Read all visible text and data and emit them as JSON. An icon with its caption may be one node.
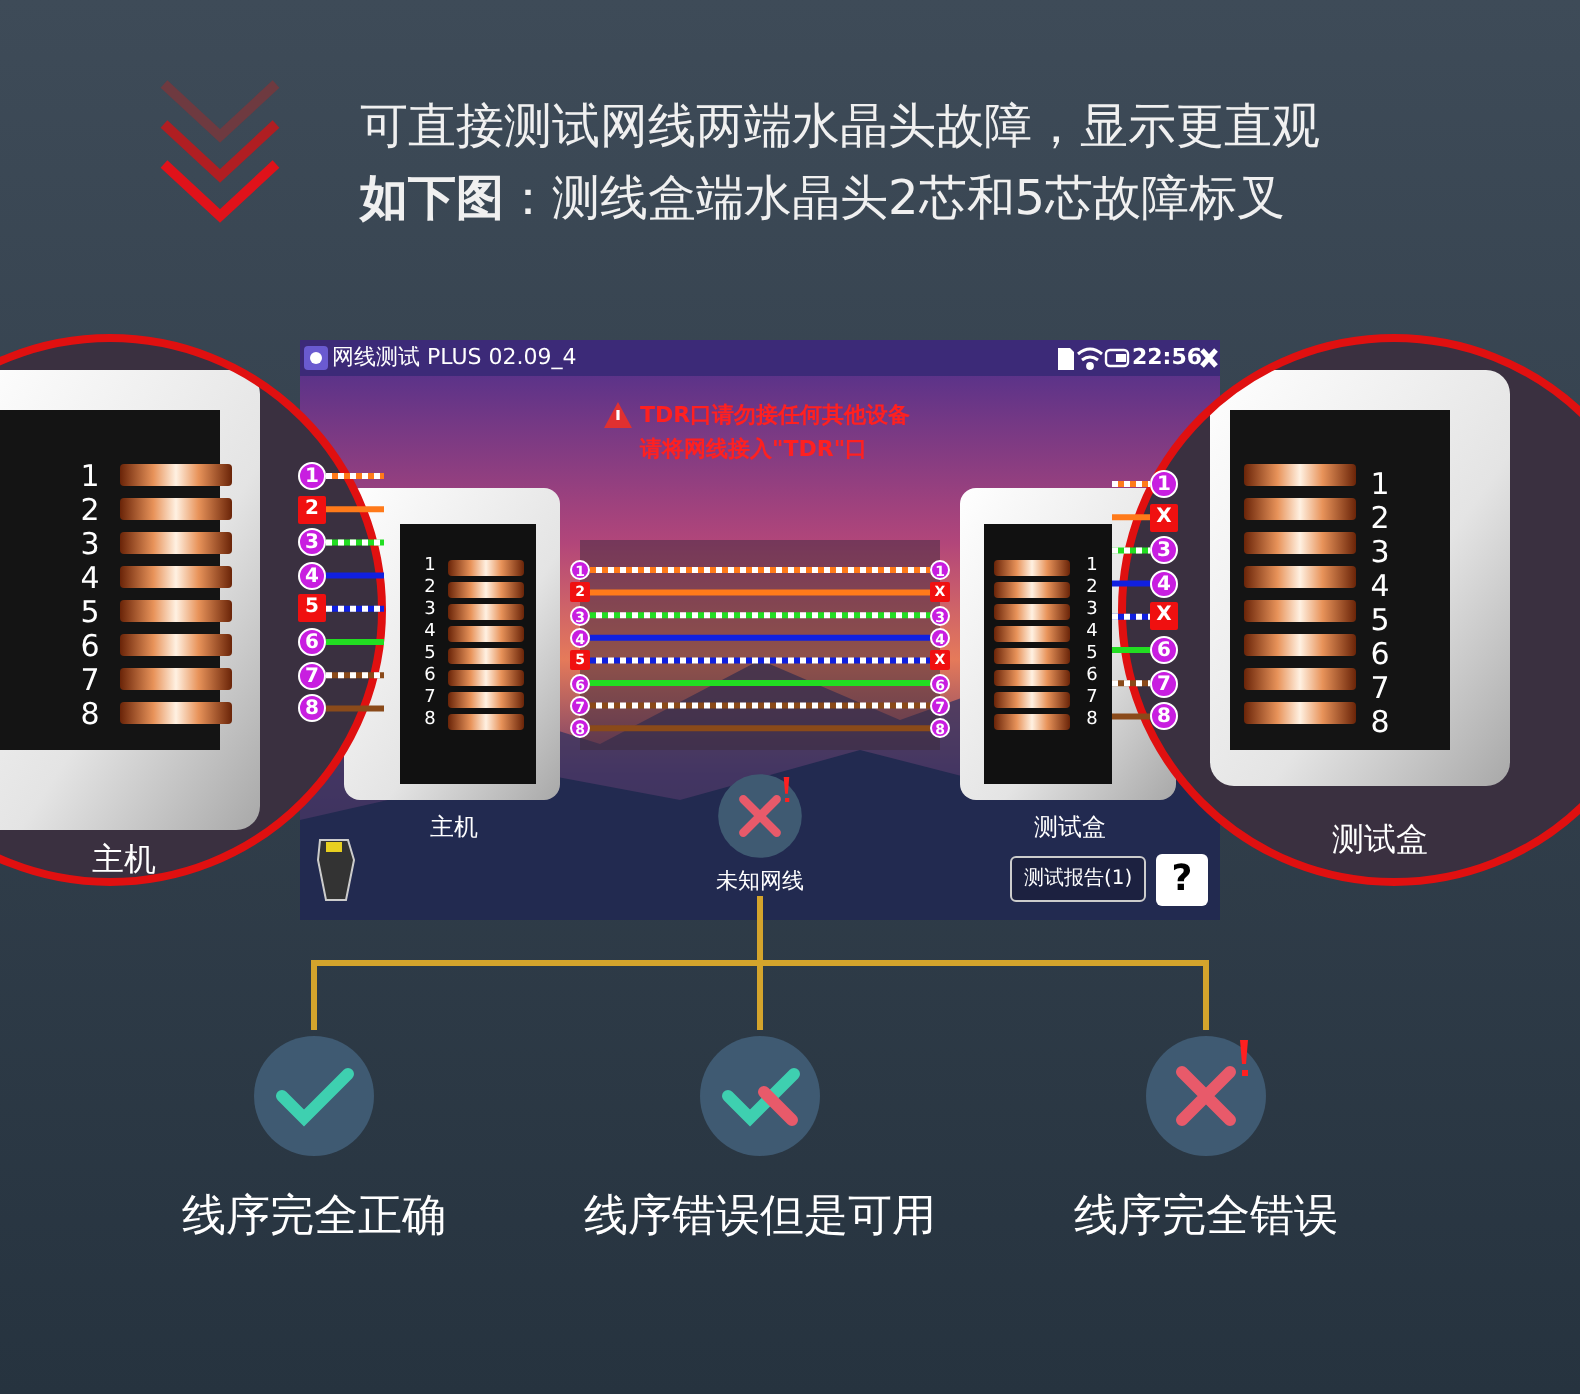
{
  "diagram": {
    "title": "可直接测试网线两端水晶头故障，显示更直观",
    "nodes": [
      {
        "text": [
          "未知网线"
        ]
      },
      {
        "text": [
          "线序完全正确"
        ]
      },
      {
        "text": [
          "线序错误但是可用"
        ]
      },
      {
        "text": [
          "线序完全错误"
        ]
      },
      {
        "text": [
          "1"
        ]
      },
      {
        "text": [
          "2"
        ]
      },
      {
        "text": [
          "3"
        ]
      },
      {
        "text": [
          "4"
        ]
      },
      {
        "text": [
          "5"
        ]
      },
      {
        "text": [
          "6"
        ]
      },
      {
        "text": [
          "7"
        ]
      },
      {
        "text": [
          "8"
        ]
      },
      {
        "text": [
          "1"
        ]
      },
      {
        "text": [
          "X"
        ]
      },
      {
        "text": [
          "3"
        ]
      },
      {
        "text": [
          "4"
        ]
      },
      {
        "text": [
          "X"
        ]
      },
      {
        "text": [
          "6"
        ]
      },
      {
        "text": [
          "7"
        ]
      },
      {
        "text": [
          "8"
        ]
      }
    ],
    "edges": [
      {
        "from": 0,
        "to": 1,
        "arrow": "none"
      },
      {
        "from": 0,
        "to": 2,
        "arrow": "none"
      },
      {
        "from": 0,
        "to": 3,
        "arrow": "none"
      },
      {
        "from": 4,
        "to": 12,
        "arrow": "none",
        "style": "dashed",
        "color": "#ff7a1a"
      },
      {
        "from": 5,
        "to": 13,
        "arrow": "none",
        "color": "#ff7a1a"
      },
      {
        "from": 6,
        "to": 14,
        "arrow": "none",
        "style": "dashed",
        "color": "#22dd22"
      },
      {
        "from": 7,
        "to": 15,
        "arrow": "none",
        "color": "#1020e0"
      },
      {
        "from": 8,
        "to": 16,
        "arrow": "none",
        "style": "dashed",
        "color": "#1020e0"
      },
      {
        "from": 9,
        "to": 17,
        "arrow": "none",
        "color": "#22dd22"
      },
      {
        "from": 10,
        "to": 18,
        "arrow": "none",
        "style": "dashed",
        "color": "#8a4a1a"
      },
      {
        "from": 11,
        "to": 19,
        "arrow": "none",
        "color": "#8a4a1a"
      }
    ],
    "labels": [
      "**如下图**：测线盒端水晶头2芯和5芯故障标叉",
      "网线测试 PLUS 02.09_4",
      "22:56",
      "TDR口请勿接任何其他设备",
      "请将网线接入\"TDR\"口",
      "1",
      "2",
      "3",
      "4",
      "5",
      "6",
      "7",
      "8",
      "主机",
      "1",
      "2",
      "3",
      "4",
      "5",
      "6",
      "7",
      "8",
      "1",
      "2",
      "3",
      "4",
      "5",
      "6",
      "7",
      "8",
      "1",
      "X",
      "3",
      "4",
      "X",
      "6",
      "7",
      "8",
      "1",
      "2",
      "3",
      "4",
      "5",
      "6",
      "7",
      "8",
      "1",
      "2",
      "3",
      "4",
      "5",
      "6",
      "7",
      "8",
      "测试盒",
      "主机",
      "测试盒",
      "测试报告(1)",
      "?"
    ]
  }
}
